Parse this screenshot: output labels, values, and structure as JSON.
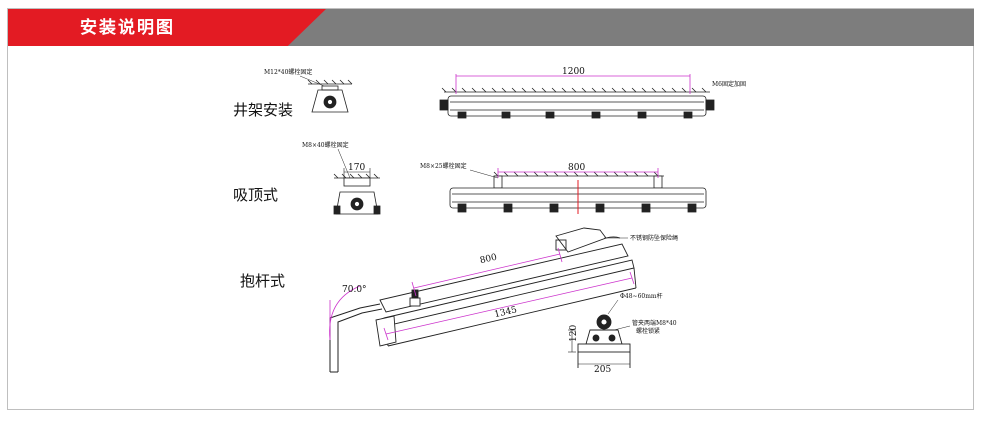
{
  "header": {
    "title": "安装说明图",
    "accent_color": "#e31b23",
    "bar_color": "#7d7d7d"
  },
  "diagram": {
    "sections": {
      "rack": "井架安装",
      "ceiling": "吸顶式",
      "pole": "抱杆式"
    },
    "notes": {
      "m12": "M12*40螺栓固定",
      "m6": "M6固定加固",
      "m8_side": "M8×40螺栓固定",
      "m8_top": "M8×25螺栓固定",
      "rope": "不锈钢防坠保险绳",
      "pipe": "Φ48~60mm杆",
      "clamp_line1": "管夹两端M8*40",
      "clamp_line2": "螺栓锁紧"
    },
    "dims": {
      "d1200": "1200",
      "d170": "170",
      "d800_top": "800",
      "d800_pole": "800",
      "d1345": "1345",
      "angle": "70.0°",
      "d120": "120",
      "d205": "205"
    }
  }
}
